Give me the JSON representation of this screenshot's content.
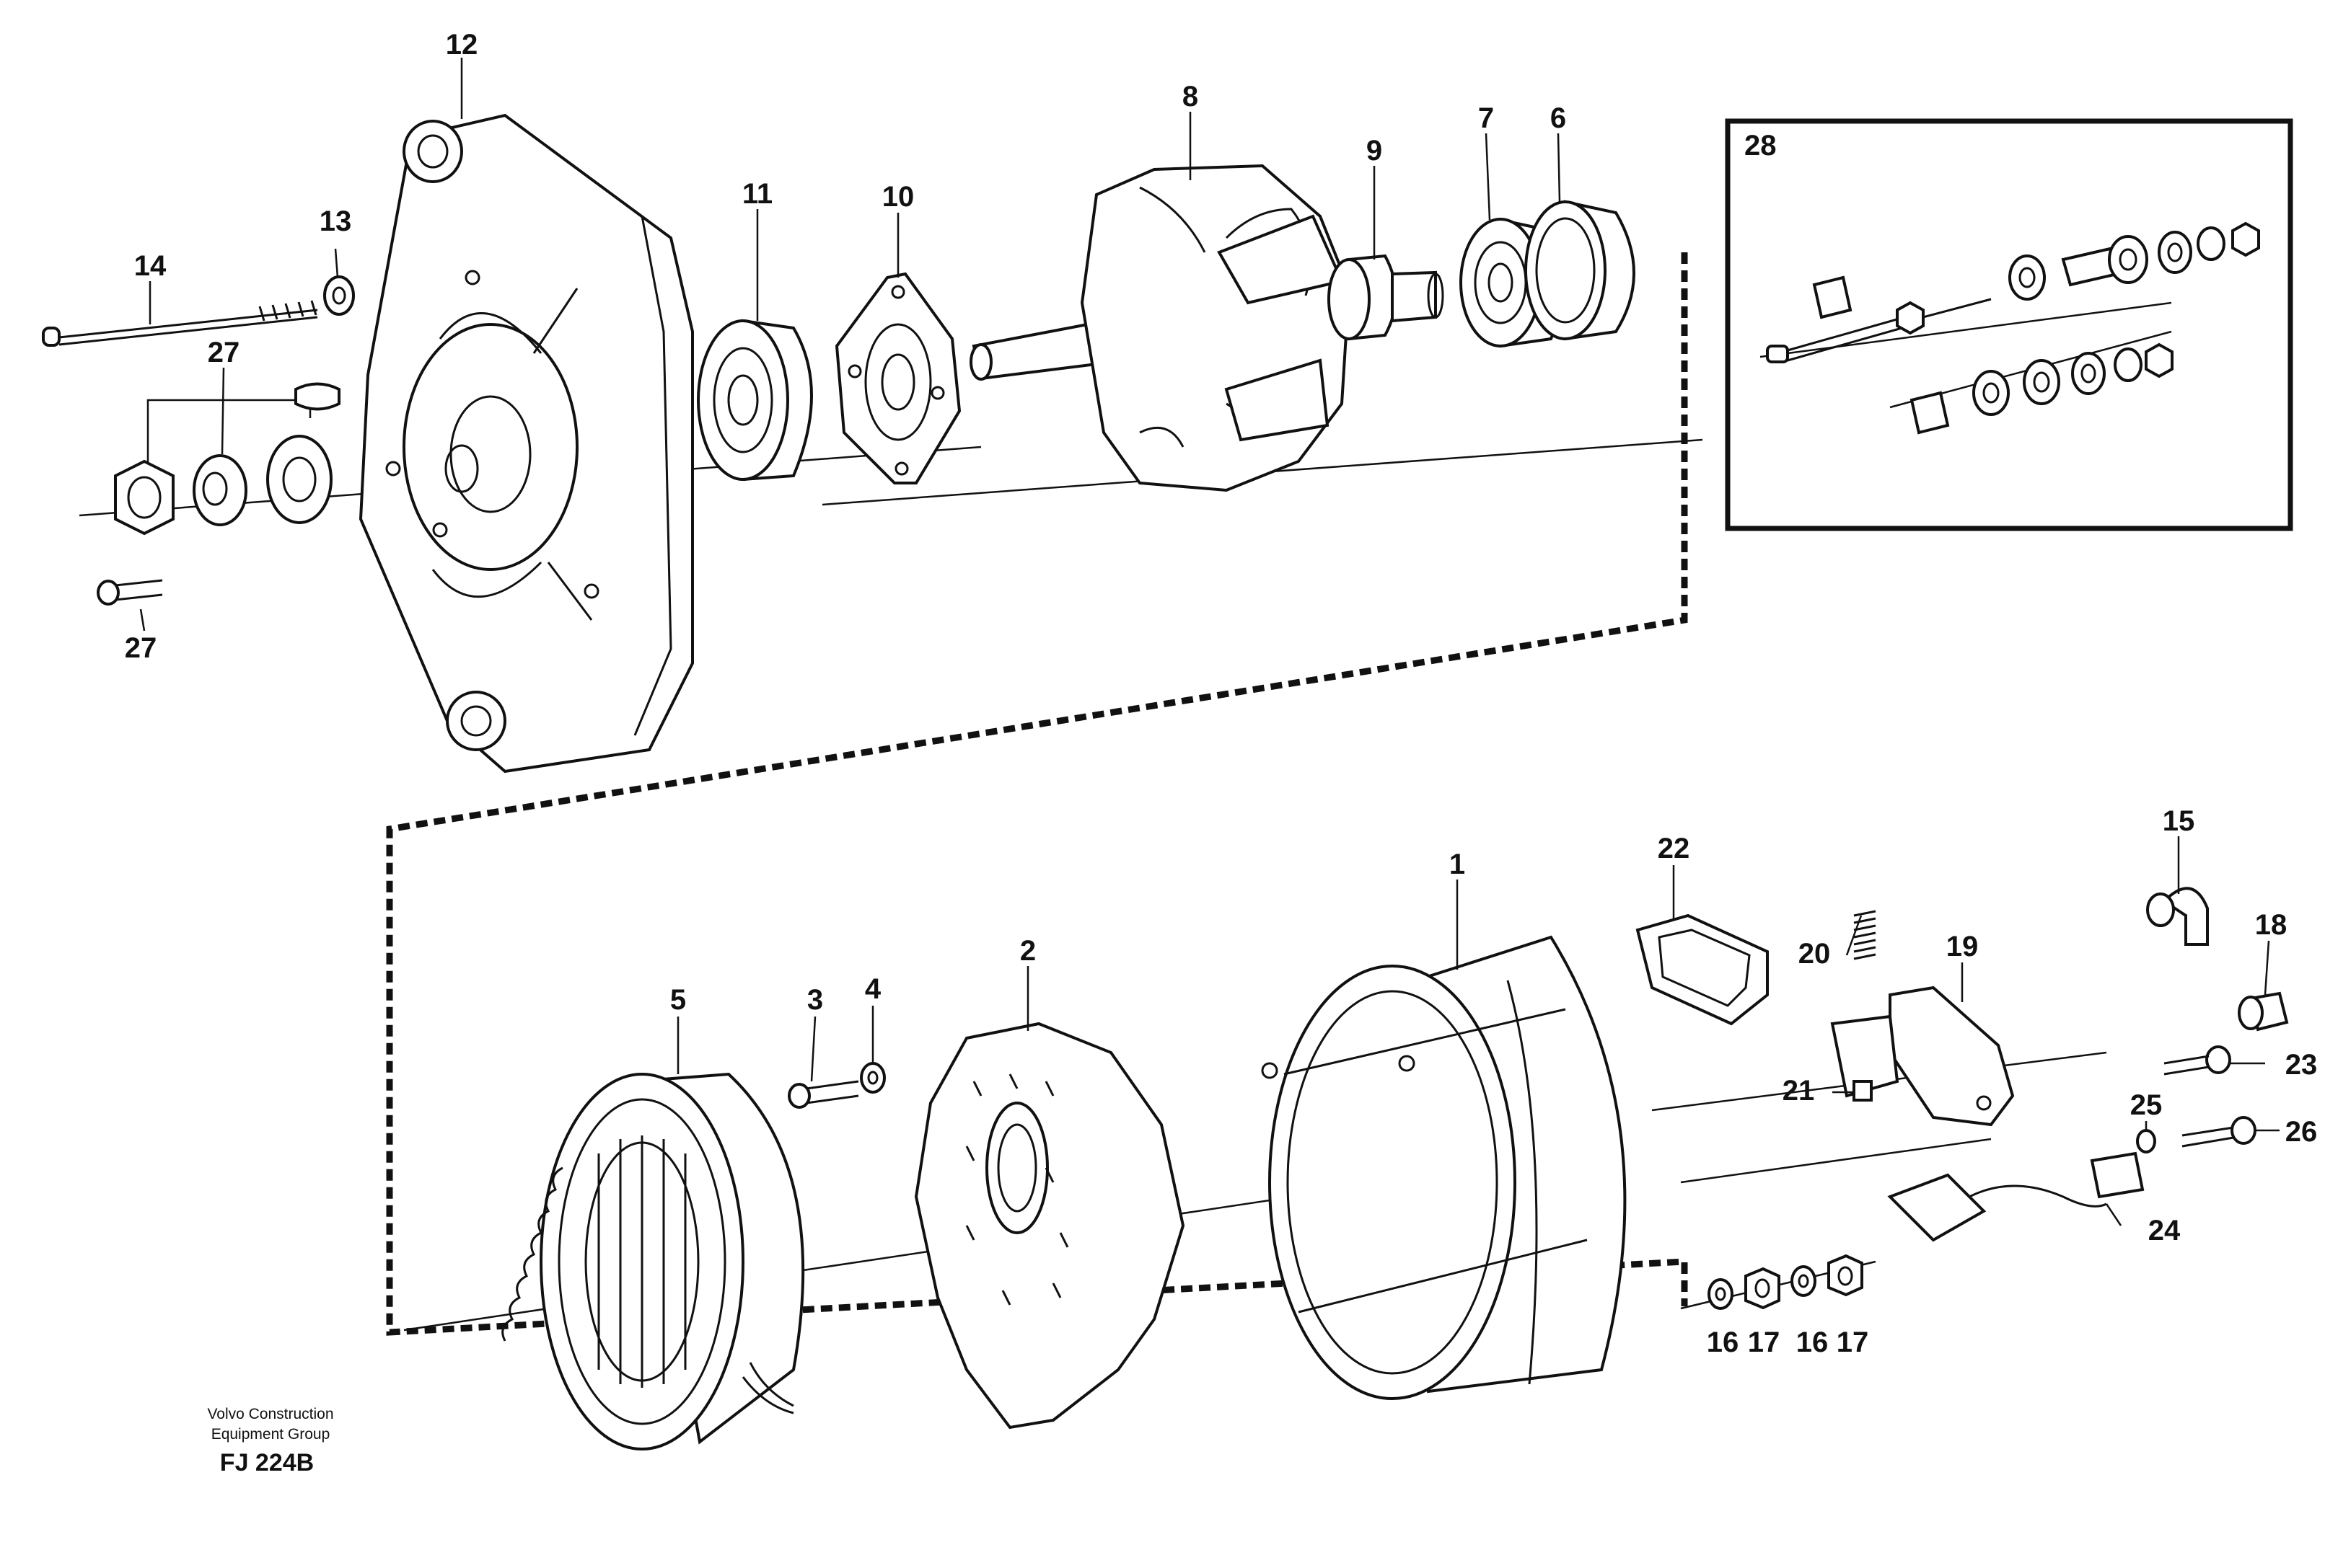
{
  "callouts": {
    "c1": "1",
    "c2": "2",
    "c3": "3",
    "c4": "4",
    "c5": "5",
    "c6": "6",
    "c7": "7",
    "c8": "8",
    "c9": "9",
    "c10": "10",
    "c11": "11",
    "c12": "12",
    "c13": "13",
    "c14": "14",
    "c15": "15",
    "c16a": "16",
    "c16b": "16",
    "c17a": "17",
    "c17b": "17",
    "c18": "18",
    "c19": "19",
    "c20": "20",
    "c21": "21",
    "c22": "22",
    "c23": "23",
    "c24": "24",
    "c25": "25",
    "c26": "26",
    "c27a": "27",
    "c27b": "27",
    "c28": "28"
  },
  "caption": {
    "line1": "Volvo Construction",
    "line2": "Equipment Group",
    "code": "FJ 224B"
  }
}
